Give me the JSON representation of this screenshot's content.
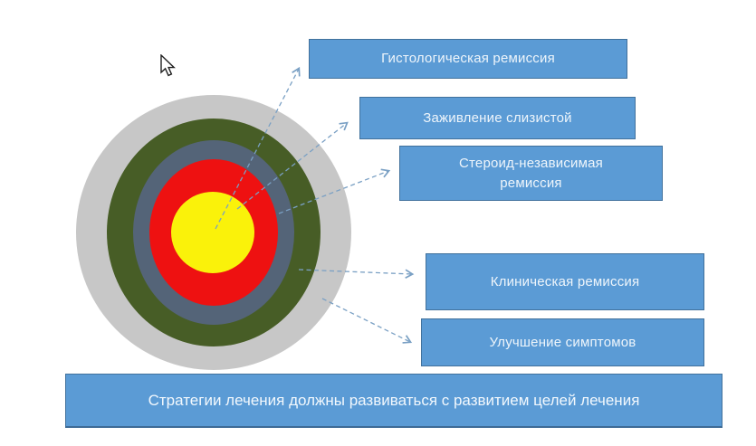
{
  "slide": {
    "boxes": [
      {
        "label": "Гистологическая ремиссия"
      },
      {
        "label": "Заживление слизистой"
      },
      {
        "label": "Стероид-независимая ремиссия"
      },
      {
        "label": "Клиническая ремиссия"
      },
      {
        "label": "Улучшение симптомов"
      }
    ],
    "banner": {
      "label": "Стратегии лечения должны развиваться с развитием целей лечения"
    },
    "target": {
      "rings": [
        {
          "name": "ring-outermost-symptom-improvement",
          "color": "#c7c7c7"
        },
        {
          "name": "ring-clinical-remission",
          "color": "#475d26"
        },
        {
          "name": "ring-steroid-free-remission",
          "color": "#546478"
        },
        {
          "name": "ring-mucosal-healing",
          "color": "#ee1111"
        },
        {
          "name": "ring-center-histological-remission",
          "color": "#faf20a"
        }
      ]
    },
    "colors": {
      "box_fill": "#5b9bd5",
      "box_border": "#41719c",
      "arrow": "#7aa0c4",
      "label_text": "#eef5fb"
    }
  }
}
